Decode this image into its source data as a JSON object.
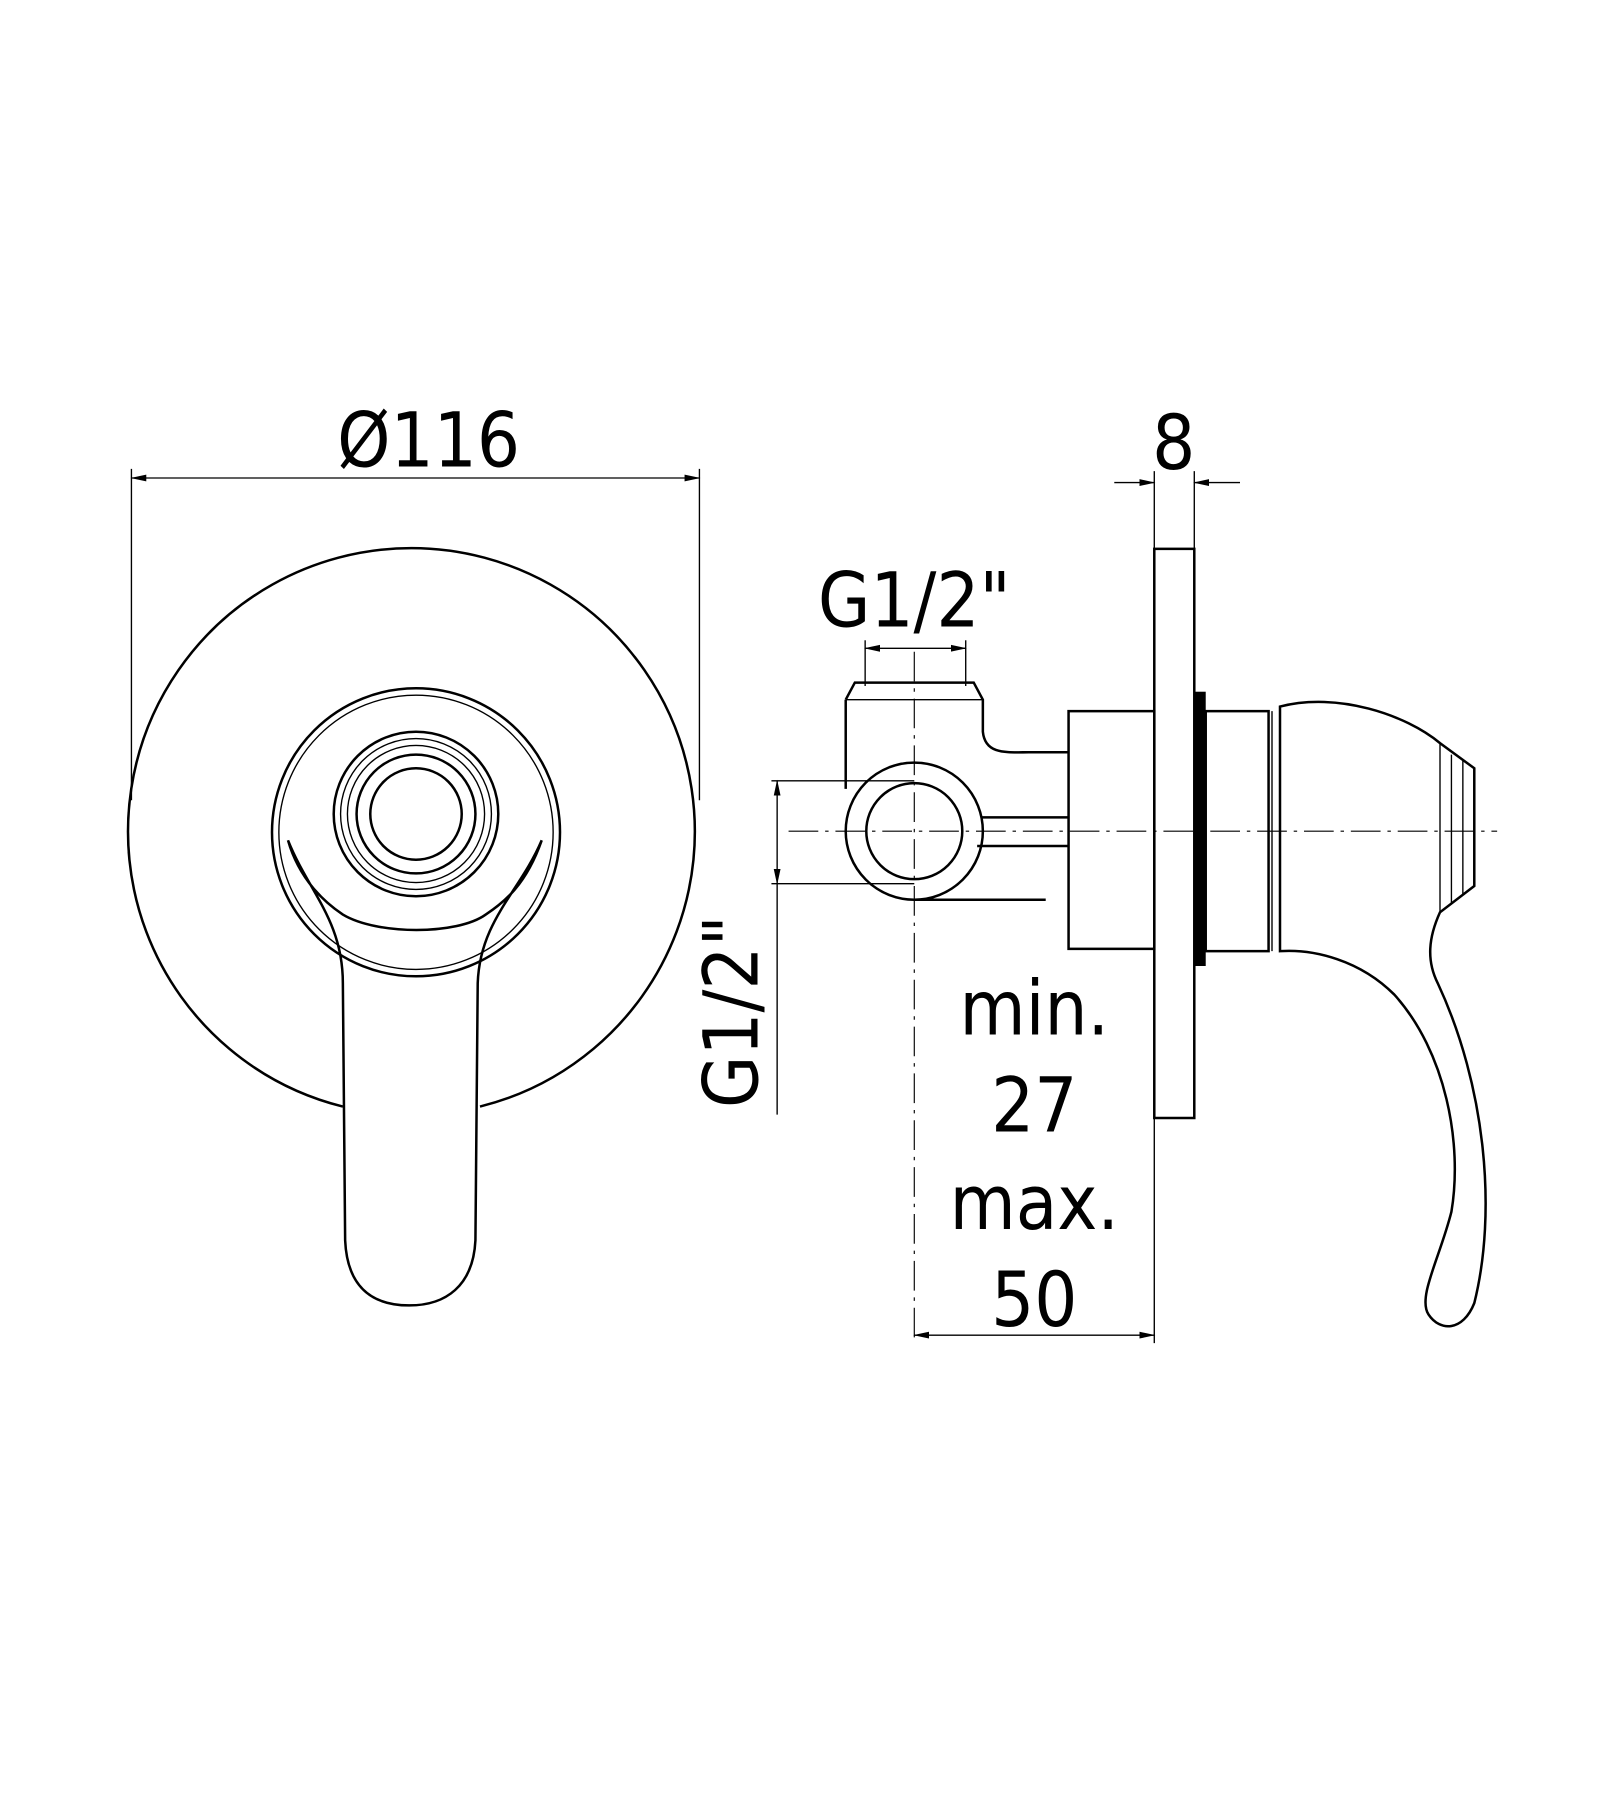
{
  "labels": {
    "diameter": "Ø116",
    "plate_thickness": "8",
    "outlet_thread_top": "G1/2\"",
    "inlet_thread_side": "G1/2\"",
    "depth_min_label": "min.",
    "depth_min_value": "27",
    "depth_max_label": "max.",
    "depth_max_value": "50"
  },
  "colors": {
    "line": "#000000",
    "background": "#ffffff"
  }
}
